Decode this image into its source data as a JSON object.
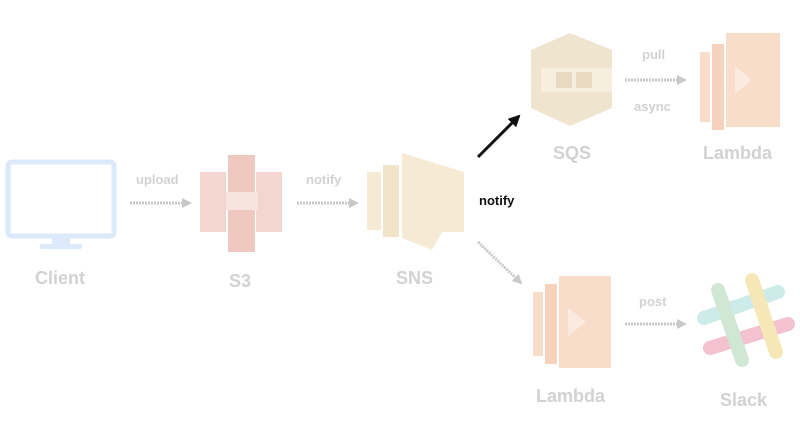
{
  "diagram": {
    "nodes": {
      "client": "Client",
      "s3": "S3",
      "sns": "SNS",
      "sqs": "SQS",
      "lambda_async": "Lambda",
      "lambda_post": "Lambda",
      "slack": "Slack"
    },
    "edges": {
      "upload": "upload",
      "notify_s3_sns": "notify",
      "notify_sns_sqs": "notify",
      "pull": "pull",
      "async": "async",
      "post": "post"
    },
    "highlighted_edge": "notify_sns_sqs",
    "colors": {
      "client": "#dbe9fb",
      "s3": "#f3d6cf",
      "sns": "#f6ead5",
      "sqs": "#efe5cf",
      "lambda": "#f8ddcb",
      "arrow_faded": "#c8c8c8",
      "arrow_active": "#111111",
      "label_faded": "#d2d2d2",
      "slack_teal": "#cdebe8",
      "slack_yellow": "#f6e7b6",
      "slack_pink": "#f3c1cf",
      "slack_green": "#cfe7d3"
    }
  }
}
